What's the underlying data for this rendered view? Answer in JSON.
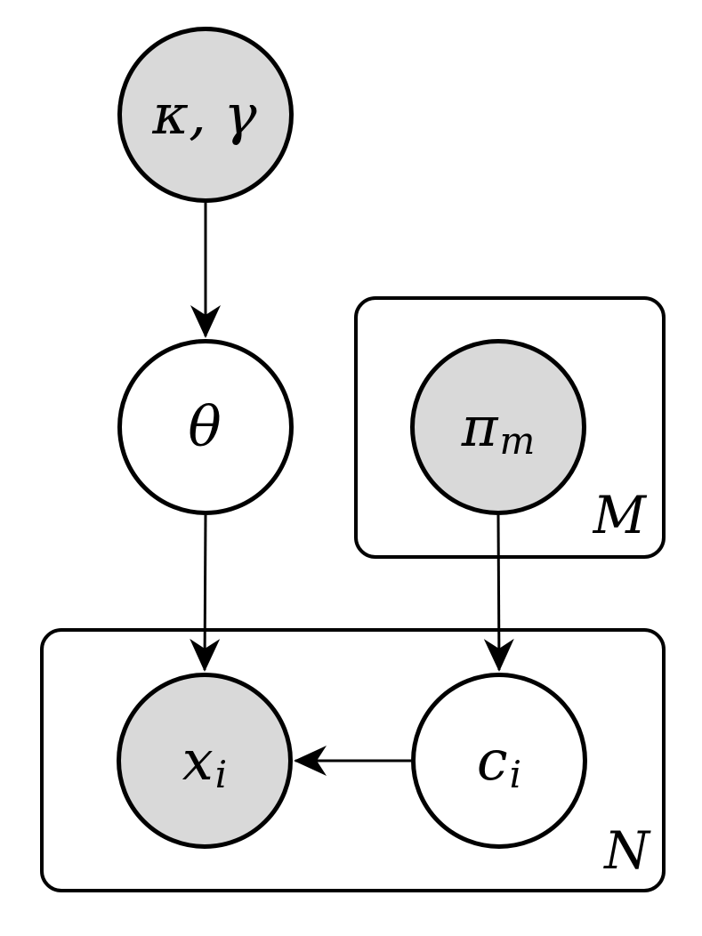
{
  "diagram": {
    "type": "probabilistic-graphical-model-plate-notation",
    "colors": {
      "background": "#ffffff",
      "stroke": "#000000",
      "shaded_fill": "#d9d9d9",
      "unshaded_fill": "#ffffff"
    },
    "nodes": [
      {
        "id": "kappa-gamma",
        "label": "κ, γ",
        "sub": "",
        "shaded": true,
        "observed_style": "shaded"
      },
      {
        "id": "theta",
        "label": "θ",
        "sub": "",
        "shaded": false,
        "observed_style": "unshaded"
      },
      {
        "id": "pi",
        "label": "π",
        "sub": "m",
        "shaded": true,
        "observed_style": "shaded"
      },
      {
        "id": "x",
        "label": "x",
        "sub": "i",
        "shaded": true,
        "observed_style": "shaded"
      },
      {
        "id": "c",
        "label": "c",
        "sub": "i",
        "shaded": false,
        "observed_style": "unshaded"
      }
    ],
    "plates": [
      {
        "id": "M",
        "label": "M",
        "contains": [
          "pi"
        ]
      },
      {
        "id": "N",
        "label": "N",
        "contains": [
          "x",
          "c"
        ]
      }
    ],
    "edges": [
      {
        "from": "kappa-gamma",
        "to": "theta"
      },
      {
        "from": "theta",
        "to": "x"
      },
      {
        "from": "pi",
        "to": "c"
      },
      {
        "from": "c",
        "to": "x"
      }
    ]
  }
}
